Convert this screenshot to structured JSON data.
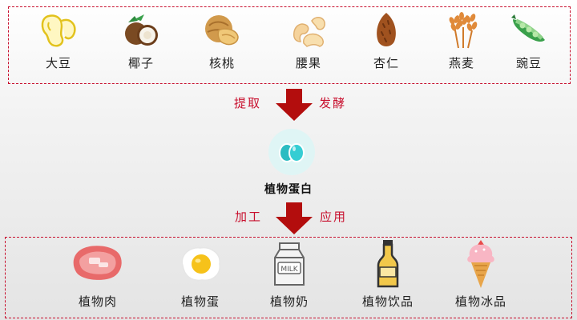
{
  "sources": [
    {
      "label": "大豆",
      "icon": "soybean-icon"
    },
    {
      "label": "椰子",
      "icon": "coconut-icon"
    },
    {
      "label": "核桃",
      "icon": "walnut-icon"
    },
    {
      "label": "腰果",
      "icon": "cashew-icon"
    },
    {
      "label": "杏仁",
      "icon": "almond-icon"
    },
    {
      "label": "燕麦",
      "icon": "oat-icon"
    },
    {
      "label": "豌豆",
      "icon": "pea-icon"
    }
  ],
  "step1": {
    "left": "提取",
    "right": "发酵"
  },
  "center": {
    "label": "植物蛋白",
    "icon": "plant-protein-icon"
  },
  "step2": {
    "left": "加工",
    "right": "应用"
  },
  "products": [
    {
      "label": "植物肉",
      "icon": "meat-icon"
    },
    {
      "label": "植物蛋",
      "icon": "egg-icon"
    },
    {
      "label": "植物奶",
      "icon": "milk-carton-icon",
      "icon_text": "MILK"
    },
    {
      "label": "植物饮品",
      "icon": "drink-bottle-icon"
    },
    {
      "label": "植物冰品",
      "icon": "ice-cream-icon"
    }
  ],
  "colors": {
    "accent": "#c8102e",
    "arrow": "#b30d0d"
  }
}
